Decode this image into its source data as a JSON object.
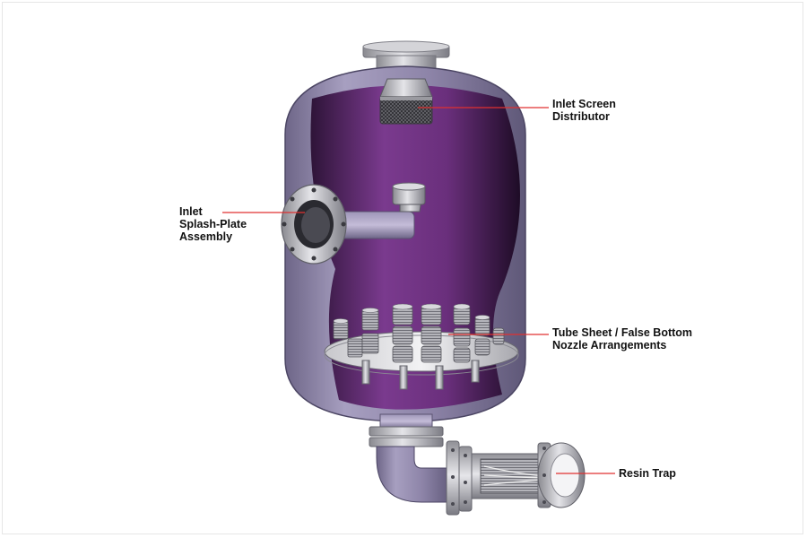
{
  "labels": {
    "inlet_screen": {
      "line1": "Inlet Screen",
      "line2": "Distributor"
    },
    "inlet_splash": {
      "line1": "Inlet",
      "line2": "Splash-Plate",
      "line3": "Assembly"
    },
    "tube_sheet": {
      "line1": "Tube Sheet / False Bottom",
      "line2": "Nozzle Arrangements"
    },
    "resin_trap": {
      "line1": "Resin Trap"
    }
  },
  "colors": {
    "vessel_shell": "#8c82a6",
    "vessel_interior": "#5a2a6a",
    "callout_line": "#e03030",
    "steel": "#b8b8bc"
  }
}
